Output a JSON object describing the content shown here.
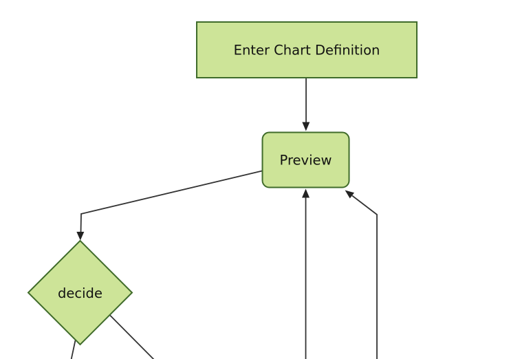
{
  "diagram": {
    "type": "flowchart",
    "theme": "forest",
    "background": "#ffffff",
    "style": {
      "node_fill": "#cde498",
      "node_border": "#3f6b2a",
      "edge_color": "#333333",
      "text_color": "#111111"
    },
    "nodes": [
      {
        "id": "enter-chart-definition",
        "label": "Enter Chart Definition",
        "shape": "rectangle"
      },
      {
        "id": "preview",
        "label": "Preview",
        "shape": "rounded-rectangle"
      },
      {
        "id": "decide",
        "label": "decide",
        "shape": "diamond"
      }
    ],
    "edges": [
      {
        "from": "enter-chart-definition",
        "to": "preview",
        "arrow": true
      },
      {
        "from": "preview",
        "to": "decide",
        "arrow": true
      },
      {
        "from": "offscreen-bottom",
        "to": "preview",
        "arrow": true
      },
      {
        "from": "offscreen-bottom-right",
        "to": "preview",
        "arrow": true
      },
      {
        "from": "decide",
        "to": "offscreen-bottom",
        "arrow": false
      },
      {
        "from": "decide",
        "to": "offscreen-bottom-right",
        "arrow": false
      }
    ]
  }
}
